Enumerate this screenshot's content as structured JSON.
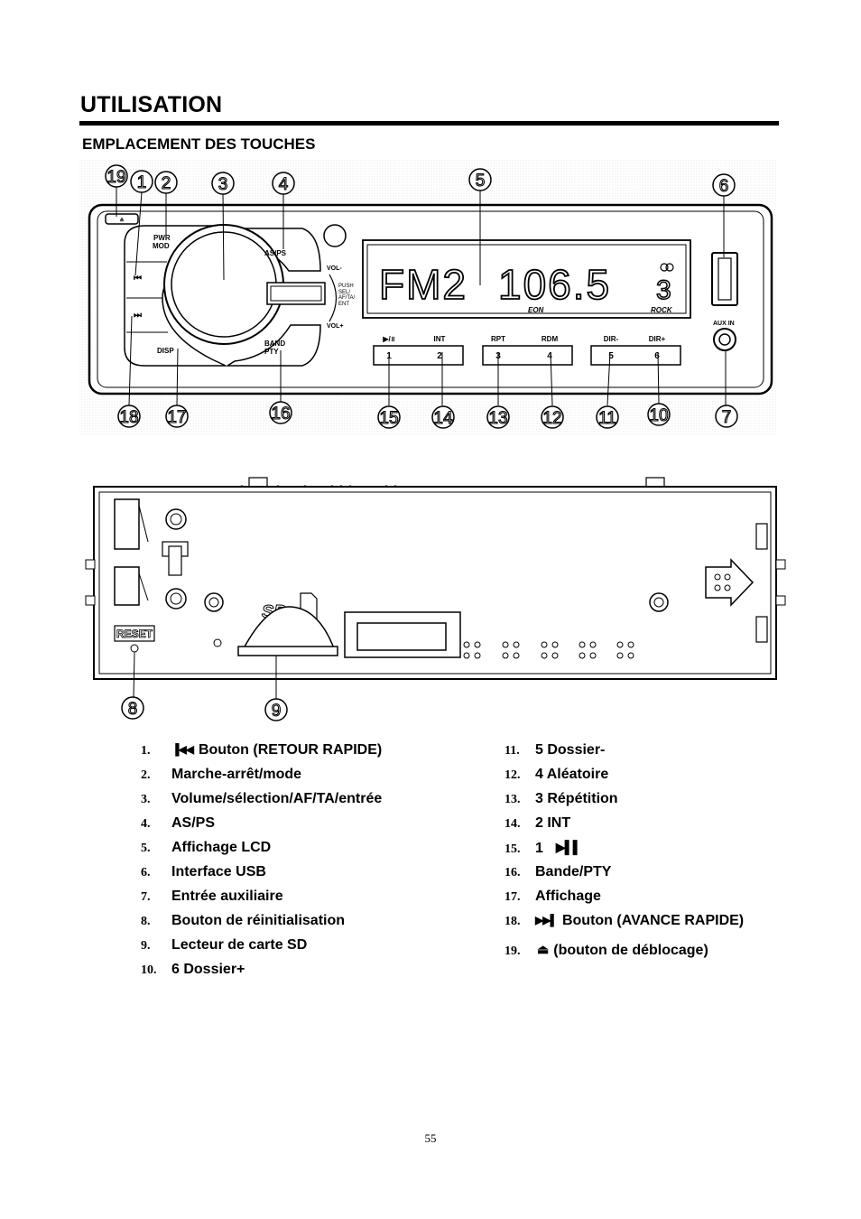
{
  "heading": "UTILISATION",
  "subheading": "EMPLACEMENT DES TOUCHES",
  "front_panel": {
    "buttons": {
      "pwr": "PWR",
      "mod": "MOD",
      "asps": "AS/PS",
      "disp": "DISP",
      "band": "BAND",
      "pty": "PTY",
      "vol_minus": "VOL-",
      "vol_plus": "VOL+",
      "push": "PUSH",
      "sel": "SEL/",
      "afta": "AF/TA/",
      "ent": "ENT",
      "aux_in": "AUX IN"
    },
    "display": {
      "band": "FM2",
      "frequency": "106.5",
      "preset": "3",
      "eon": "EON",
      "rock": "ROCK"
    },
    "preset_labels": [
      "▶/॥",
      "INT",
      "RPT",
      "RDM",
      "DIR-",
      "DIR+"
    ],
    "preset_numbers": [
      "1",
      "2",
      "3",
      "4",
      "5",
      "6"
    ],
    "callouts_top": [
      "19",
      "1",
      "2",
      "3",
      "4",
      "5",
      "6"
    ],
    "callouts_bottom": [
      "18",
      "17",
      "16",
      "15",
      "14",
      "13",
      "12",
      "11",
      "10",
      "7"
    ]
  },
  "rear_panel": {
    "reset_label": "RESET",
    "sd_label": "SD",
    "callouts": [
      "8",
      "9"
    ]
  },
  "legend_left": [
    {
      "num": "1.",
      "icon": "previous-track-icon",
      "text": "Bouton (RETOUR RAPIDE)"
    },
    {
      "num": "2.",
      "text": "Marche-arrêt/mode"
    },
    {
      "num": "3.",
      "text": "Volume/sélection/AF/TA/entrée"
    },
    {
      "num": "4.",
      "text": "AS/PS"
    },
    {
      "num": "5.",
      "text": "Affichage LCD"
    },
    {
      "num": "6.",
      "text": "Interface USB"
    },
    {
      "num": "7.",
      "text": "Entrée auxiliaire"
    },
    {
      "num": "8.",
      "text": "Bouton de réinitialisation"
    },
    {
      "num": "9.",
      "text": "Lecteur de carte SD"
    },
    {
      "num": "10.",
      "text": "6 Dossier+"
    }
  ],
  "legend_right": [
    {
      "num": "11.",
      "text": "5 Dossier-"
    },
    {
      "num": "12.",
      "text": "4 Aléatoire"
    },
    {
      "num": "13.",
      "text": "3 Répétition"
    },
    {
      "num": "14.",
      "text": "2 INT"
    },
    {
      "num": "15.",
      "text": "1",
      "icon": "play-pause-icon"
    },
    {
      "num": "16.",
      "text": "Bande/PTY"
    },
    {
      "num": "17.",
      "text": "Affichage"
    },
    {
      "num": "18.",
      "icon": "next-track-icon",
      "text": "Bouton (AVANCE RAPIDE)"
    },
    {
      "num": "19.",
      "icon": "eject-icon",
      "text": "(bouton de déblocage)"
    }
  ],
  "page_number": "55"
}
